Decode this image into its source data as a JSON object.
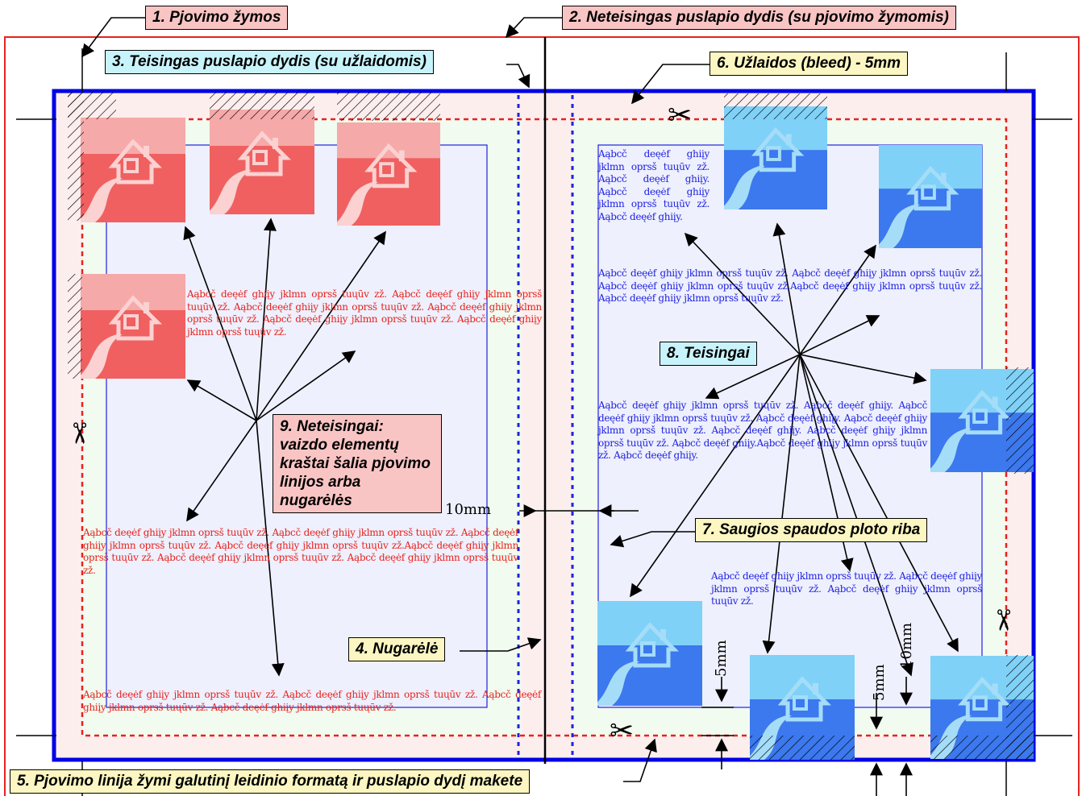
{
  "labels": {
    "c1": "1. Pjovimo žymos",
    "c2": "2. Neteisingas puslapio dydis (su pjovimo žymomis)",
    "c3": "3. Teisingas puslapio dydis (su užlaidomis)",
    "c4": "4. Nugarėlė",
    "c5": "5. Pjovimo linija žymi galutinį leidinio formatą ir puslapio dydį makete",
    "c6": "6. Užlaidos (bleed) - 5mm",
    "c7": "7. Saugios spaudos ploto riba",
    "c8": "8. Teisingai",
    "c9": "9. Neteisingai: vaizdo elementų kraštai šalia pjovimo linijos arba nugarėlės"
  },
  "texts": {
    "left_mid": "Aąbcč deęėf ghiįy jklmn oprsš tuųūv zž. Aąbcč deęėf ghiįy jklmn oprsš tuųūv zž. Aąbcč deęėf ghiįy jklmn oprsš tuųūv zž. Aąbcč deęėf ghiįy jklmn oprsš tuųūv zž. Aąbcč deęėf ghiįy jklmn oprsš tuųūv zž. Aąbcč deęėf ghiįy jklmn oprsš tuųūv zž.",
    "left_low": "Aąbcč deęėf ghiįy jklmn oprsš tuųūv zž. Aąbcč deęėf ghiįy jklmn oprsš tuųūv zž. Aąbcč deęėf ghiįy jklmn oprsš tuųūv zž. Aąbcč deęėf ghiįy jklmn oprsš tuųūv zž.Aąbcč deęėf ghiįy jklmn oprsš tuųūv zž. Aąbcč deęėf ghiįy jklmn oprsš tuųūv zž. Aąbcč deęėf ghiįy jklmn oprsš tuųūv zž.",
    "left_bottom": "Aąbcč deęėf ghiįy jklmn oprsš tuųūv zž. Aąbcč deęėf ghiįy jklmn oprsš tuųūv zž. Aąbcč deęėf ghiįy jklmn oprsš tuųūv zž. Aąbcč deęėf ghiįy jklmn oprsš tuųūv zž.",
    "right_top": "Aąbcč deęėf ghiįy jklmn oprsš tuųūv zž. Aąbcč deęėf ghiįy. Aąbcč deęėf ghiįy jklmn oprsš tuųūv zž. Aąbcč deęėf ghiįy.",
    "right_wide": "Aąbcč deęėf ghiįy jklmn oprsš tuųūv zž. Aąbcč deęėf ghiįy jklmn oprsš tuųūv zž. Aąbcč deęėf ghiįy jklmn oprsš tuųūv zž.Aąbcč deęėf ghiįy jklmn oprsš tuųūv zž. Aąbcč deęėf ghiįy jklmn oprsš tuųūv zž.",
    "right_mid": "Aąbcč deęėf ghiįy jklmn oprsš tuųūv zž. Aąbcč deęėf ghiįy. Aąbcč deęėf ghiįy jklmn oprsš tuųūv zž. Aąbcč deęėf ghiįy. Aąbcč deęėf ghiįy jklmn oprsš tuųūv zž. Aąbcč deęėf ghiįy. Aąbcč deęėf ghiįy jklmn oprsš tuųūv zž. Aąbcč deęėf ghiįy.Aąbcč deęėf ghiįy jklmn oprsš tuųūv zž. Aąbcč deęėf ghiįy.",
    "right_low": "Aąbcč deęėf ghiįy jklmn oprsš tuųūv zž. Aąbcč deęėf ghiįy jklmn oprsš tuųūv zž. Aąbcč deęėf ghiįy jklmn oprsš tuųūv zž."
  },
  "dims": {
    "d10h": "10mm",
    "d5a": "5mm",
    "d5b": "5mm",
    "d10v": "10mm"
  },
  "colors": {
    "bleed_bg": "#fdeeee",
    "page_bg": "#eef0fd",
    "trim_blue": "#0000e6",
    "cut_red": "#e8221e",
    "image_red": "#f06060",
    "image_blue": "#3c78ee"
  },
  "icons": {
    "scissors": "✂",
    "house": "house-image"
  }
}
